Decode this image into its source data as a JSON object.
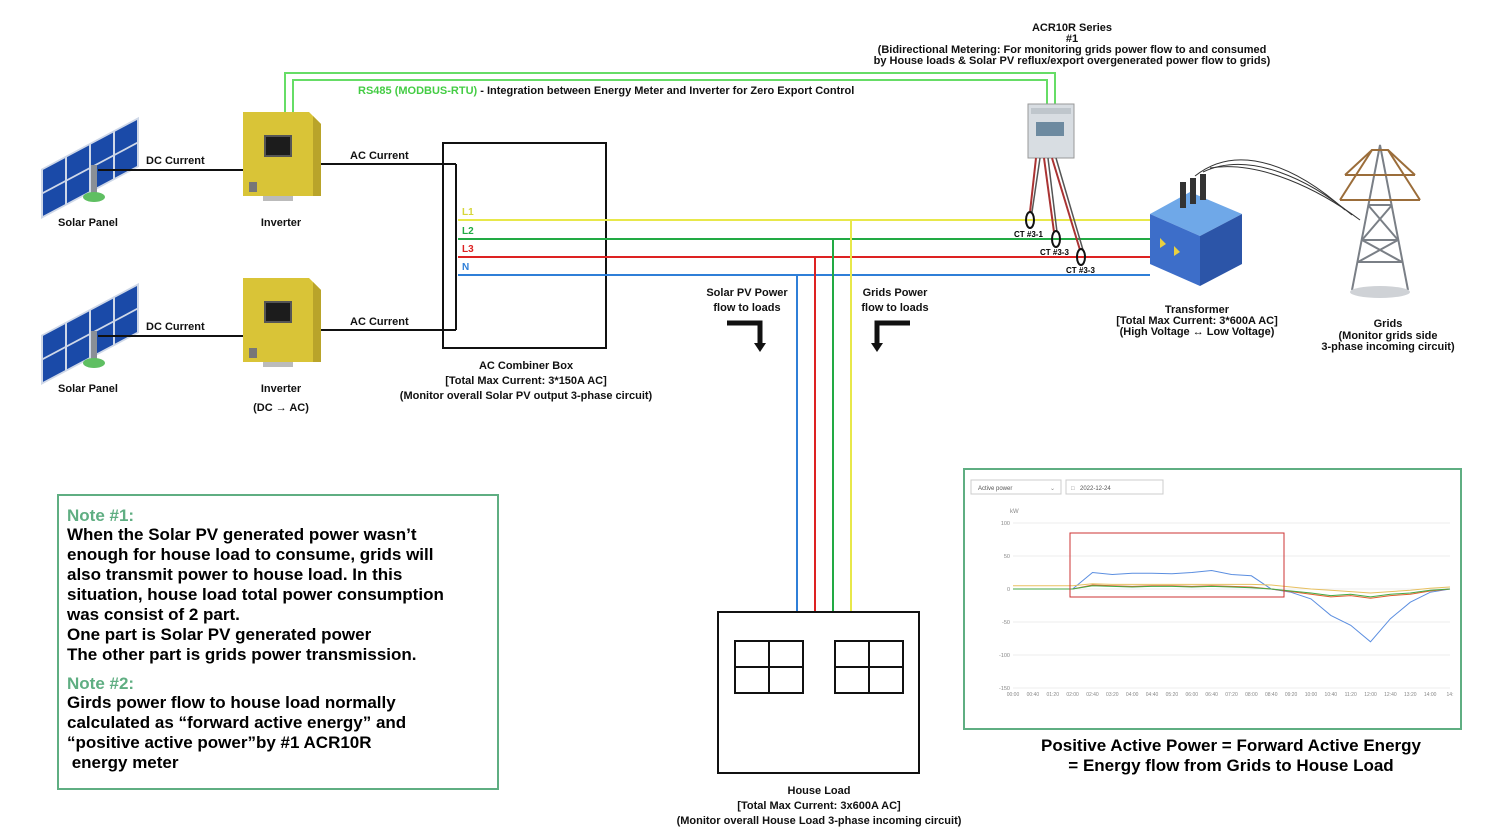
{
  "meter": {
    "line1": "ACR10R Series",
    "line2": "#1",
    "line3": "(Bidirectional Metering: For monitoring grids power flow to and consumed",
    "line4": "by House loads & Solar PV reflux/export overgenerated power flow to grids)"
  },
  "rs485": {
    "highlight": "RS485 (MODBUS-RTU)",
    "rest": " - Integration between Energy Meter and Inverter for Zero Export Control"
  },
  "solar_panel_label": "Solar Panel",
  "inverter_label": "Inverter",
  "inverter_sub": "(DC → AC)",
  "dc_current": "DC Current",
  "ac_current": "AC Current",
  "lines": {
    "l1": "L1",
    "l2": "L2",
    "l3": "L3",
    "n": "N"
  },
  "combiner": {
    "line1": "AC Combiner Box",
    "line2": "[Total Max Current: 3*150A AC]",
    "line3": "(Monitor overall Solar PV output 3-phase circuit)"
  },
  "solar_flow": {
    "line1": "Solar PV Power",
    "line2": "flow to loads"
  },
  "grid_flow": {
    "line1": "Grids Power",
    "line2": "flow to loads"
  },
  "ct": {
    "ct1": "CT #3-1",
    "ct2": "CT #3-3",
    "ct3": "CT #3-3"
  },
  "transformer": {
    "line1": "Transformer",
    "line2": "[Total Max Current: 3*600A AC]",
    "line3": "(High Voltage ↔ Low Voltage)"
  },
  "grids": {
    "line1": "Grids",
    "line2": "(Monitor grids side",
    "line3": "3-phase incoming circuit)"
  },
  "house": {
    "line1": "House Load",
    "line2": "[Total Max Current: 3x600A AC]",
    "line3": "(Monitor overall House Load 3-phase incoming circuit)"
  },
  "note1": {
    "title": "Note #1:",
    "lines": [
      "When the Solar PV generated power wasn’t",
      "enough for house load to consume, grids will",
      "also transmit power to house load. In this",
      "situation, house load total power consumption",
      "was consist of 2 part.",
      "One part is Solar PV generated power",
      "The other part is grids power transmission."
    ]
  },
  "note2": {
    "title": "Note #2:",
    "lines": [
      "Girds power flow to house load normally",
      "calculated as “forward active energy” and",
      "“positive active power”by #1 ACR10R",
      " energy meter"
    ]
  },
  "caption": {
    "line1": "Positive Active Power = Forward Active Energy",
    "line2": "= Energy flow from Grids to House Load"
  },
  "colors": {
    "l1": "#e8e84a",
    "l2": "#22aa44",
    "l3": "#dd2222",
    "n": "#2f7fd8",
    "accent": "#5fae82"
  },
  "chart_data": {
    "type": "line",
    "dropdown": "Active power",
    "date": "2022-12-24",
    "ylabel": "kW",
    "ylim": [
      -150,
      100
    ],
    "yticks": [
      100,
      50,
      0,
      -50,
      -100,
      -150
    ],
    "categories": [
      "00:00",
      "00:40",
      "01:20",
      "02:00",
      "02:40",
      "03:20",
      "04:00",
      "04:40",
      "05:20",
      "06:00",
      "06:40",
      "07:20",
      "08:00",
      "08:40",
      "09:20",
      "10:00",
      "10:40",
      "11:20",
      "12:00",
      "12:40",
      "13:20",
      "14:00",
      "14:"
    ],
    "series": [
      {
        "color": "#5b8ee0",
        "values": [
          0,
          0,
          0,
          0,
          25,
          22,
          24,
          24,
          23,
          25,
          28,
          22,
          20,
          0,
          -5,
          -15,
          -40,
          -55,
          -80,
          -45,
          -20,
          -5,
          0
        ]
      },
      {
        "color": "#e06030",
        "values": [
          0,
          0,
          0,
          0,
          6,
          5,
          4,
          5,
          5,
          4,
          5,
          4,
          3,
          0,
          -4,
          -8,
          -12,
          -10,
          -14,
          -10,
          -8,
          -3,
          0
        ]
      },
      {
        "color": "#44aa44",
        "values": [
          0,
          0,
          0,
          0,
          5,
          4,
          3,
          4,
          4,
          3,
          4,
          3,
          2,
          0,
          -3,
          -6,
          -10,
          -8,
          -12,
          -8,
          -6,
          -2,
          0
        ]
      },
      {
        "color": "#e8c060",
        "values": [
          5,
          5,
          5,
          5,
          8,
          7,
          7,
          7,
          7,
          7,
          7,
          7,
          7,
          6,
          3,
          0,
          -2,
          -4,
          -6,
          -4,
          -2,
          1,
          3
        ]
      }
    ]
  }
}
